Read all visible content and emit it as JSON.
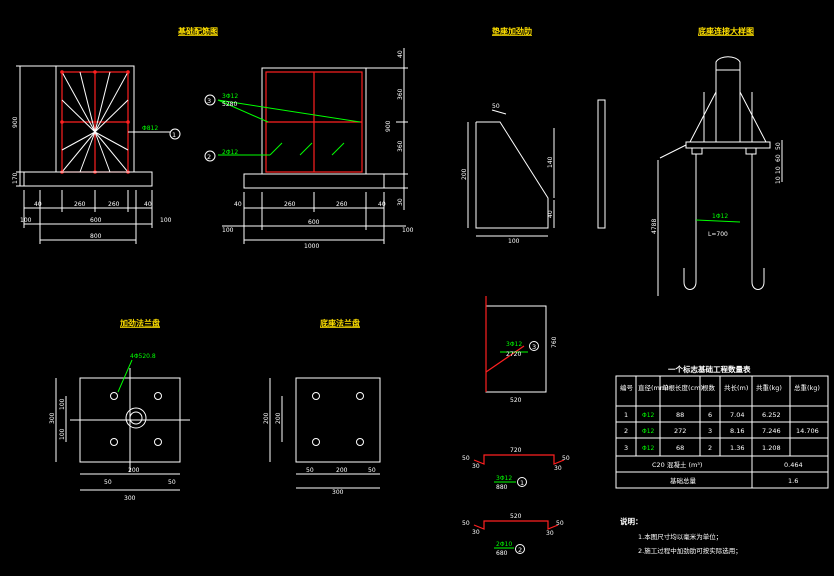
{
  "titles": {
    "t1": "基础配筋图",
    "t2": "垫座加劲肋",
    "t3": "底座连接大样图",
    "t4": "加劲法兰盘",
    "t5": "底座法兰盘"
  },
  "view1": {
    "dims_bottom_row1": [
      "40",
      "260",
      "260",
      "40"
    ],
    "dims_bottom_row2": [
      "100",
      "600",
      "100"
    ],
    "dims_bottom_row3": [
      "800"
    ],
    "dims_left": [
      "900",
      "170"
    ],
    "bar_label": "Φ812",
    "callout": "1"
  },
  "view2": {
    "dims_bottom_row1": [
      "40",
      "260",
      "260",
      "40"
    ],
    "dims_bottom_row2": [
      "100",
      "600",
      "100"
    ],
    "dims_bottom_row3": [
      "1000"
    ],
    "dims_right": [
      "40",
      "360",
      "900",
      "360",
      "30"
    ],
    "callout2": "2",
    "callout3": "3",
    "bar2_label": "2Φ12",
    "bar3_label": "3Φ12",
    "bar3_len": "5280"
  },
  "view3": {
    "dims": [
      "50",
      "200",
      "140",
      "40",
      "100"
    ]
  },
  "view4": {
    "bar_label": "1Φ12",
    "bar_len": "L=700",
    "dims": [
      "50",
      "60",
      "10",
      "10",
      "4788"
    ]
  },
  "view5": {
    "bolt_label": "4Φ520.8",
    "dims_left": [
      "300",
      "100",
      "100"
    ],
    "dims_bottom_row1": [
      "50",
      "200",
      "50"
    ],
    "dims_bottom_row2": [
      "300"
    ]
  },
  "view6": {
    "dims_left": [
      "200",
      "200"
    ],
    "dims_bottom_row1": [
      "50",
      "200",
      "50"
    ],
    "dims_bottom_row2": [
      "300"
    ]
  },
  "detail_bar": {
    "label": "3Φ12",
    "len": "2720",
    "callout": "3",
    "dim_right": "760",
    "dim_bottom": "520"
  },
  "shape1": {
    "top": "720",
    "left": "50",
    "left2": "30",
    "right": "50",
    "right2": "30",
    "label": "3Φ12",
    "len": "880",
    "callout": "1"
  },
  "shape2": {
    "top": "520",
    "left": "50",
    "left2": "30",
    "right": "50",
    "right2": "30",
    "label": "2Φ10",
    "len": "680",
    "callout": "2"
  },
  "table": {
    "title": "一个标志基础工程数量表",
    "headers": [
      "编号",
      "直径(mm)",
      "单根长度(cm)",
      "根数",
      "共长(m)",
      "共重(kg)",
      "总重(kg)"
    ],
    "rows": [
      [
        "1",
        "Φ12",
        "88",
        "6",
        "7.04",
        "6.252"
      ],
      [
        "2",
        "Φ12",
        "272",
        "3",
        "8.16",
        "7.246"
      ],
      [
        "3",
        "Φ12",
        "68",
        "2",
        "1.36",
        "1.208"
      ]
    ],
    "total_weight": "14.706",
    "row_concrete_label": "C20 混凝土 (m³)",
    "row_concrete_value": "0.464",
    "row_note_label": "基础总量",
    "row_note_value": "1.6"
  },
  "notes": {
    "title": "说明：",
    "items": [
      "1.本图尺寸均以毫米为单位；",
      "2.施工过程中加劲肋可按实际选用；"
    ]
  }
}
